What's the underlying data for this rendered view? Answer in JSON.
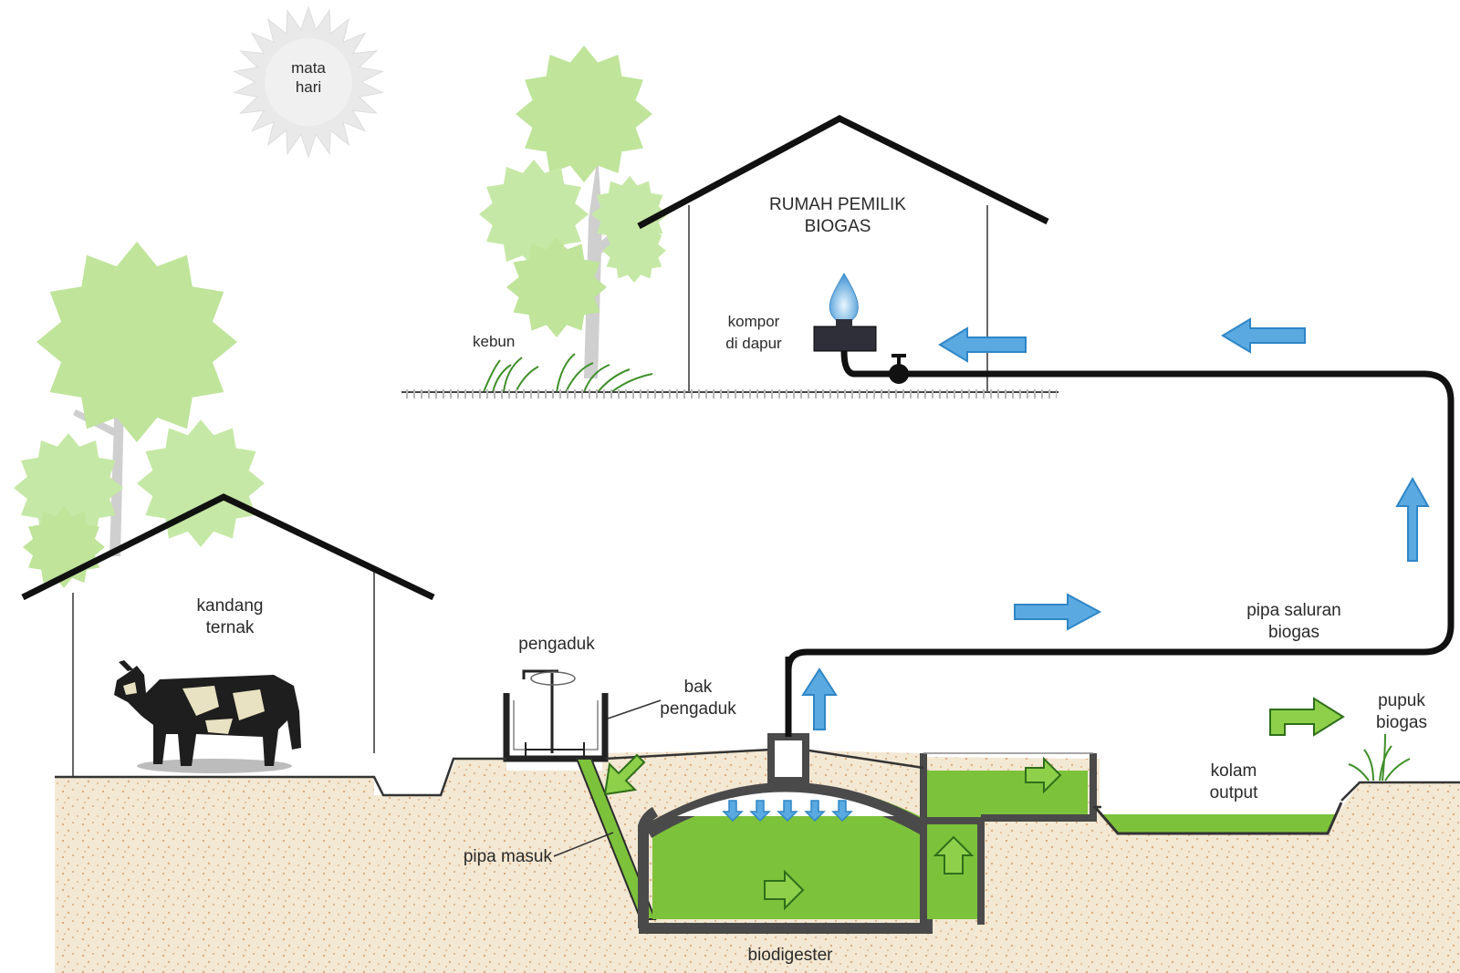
{
  "labels": {
    "sun": [
      "mata",
      "hari"
    ],
    "house_owner": [
      "RUMAH PEMILIK",
      "BIOGAS"
    ],
    "garden": "kebun",
    "stove": [
      "kompor",
      "di dapur"
    ],
    "barn": [
      "kandang",
      "ternak"
    ],
    "stirrer": "pengaduk",
    "mixing_tank": [
      "bak",
      "pengaduk"
    ],
    "inlet_pipe": "pipa masuk",
    "digester": "biodigester",
    "gas_pipe": [
      "pipa saluran",
      "biogas"
    ],
    "output_pond": [
      "kolam",
      "output"
    ],
    "fertilizer": [
      "pupuk",
      "biogas"
    ]
  },
  "colors": {
    "sludge_green": "#7dc23b",
    "tree_green": "#bfe49a",
    "gas_arrow_blue": "#5aa9e0",
    "soil": "#f3e8d3",
    "soil_speck": "#d9a574",
    "pipe": "#111111",
    "sun": "#e9e9e9"
  },
  "icons": [
    "sun-icon",
    "tree-icon",
    "cow-icon",
    "gas-flame-icon",
    "valve-icon",
    "grass-icon"
  ]
}
